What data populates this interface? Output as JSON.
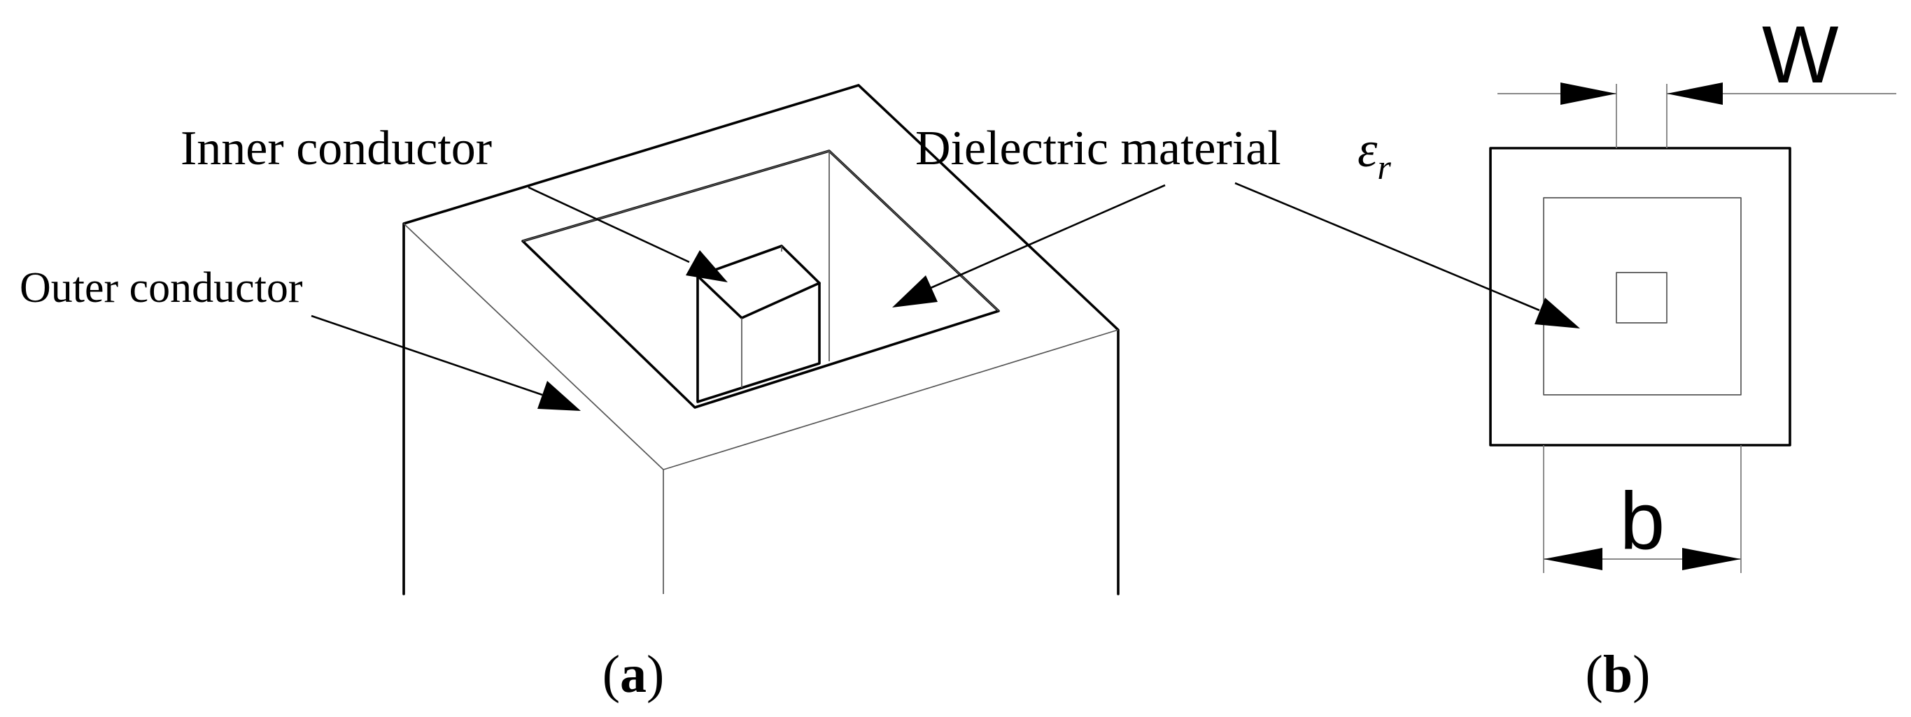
{
  "panel_a": {
    "inner_conductor_label": "Inner conductor",
    "outer_conductor_label": "Outer conductor",
    "dielectric_label": "Dielectric material",
    "permittivity_symbol": "ε",
    "permittivity_subscript": "r",
    "caption_letter": "a"
  },
  "panel_b": {
    "dim_w_label": "W",
    "dim_b_label": "b",
    "caption_letter": "b"
  }
}
